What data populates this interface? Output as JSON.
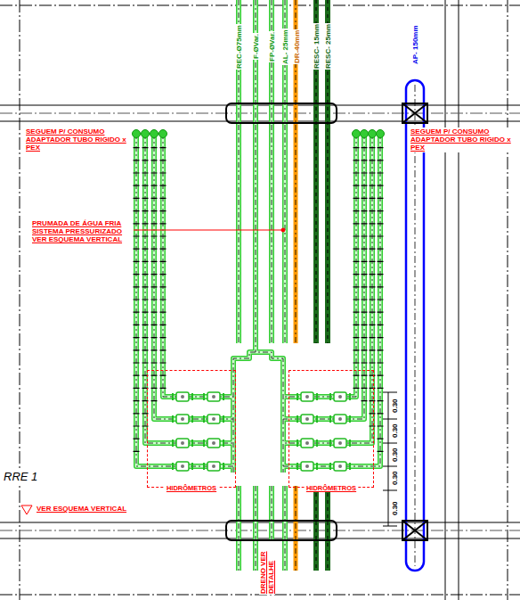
{
  "diagram": {
    "nodes": [
      {
        "text": [
          "HIDRÔMETROS"
        ]
      },
      {
        "text": [
          "HIDRÔMETROS"
        ]
      }
    ],
    "labels": [
      "SEGUEM P/ CONSUMO ADAPTADOR TUBO RIGIDO x PEX",
      "SEGUEM P/ CONSUMO ADAPTADOR TUBO RIGIDO x PEX",
      "PRUMADA DE ÁGUA FRIA SISTEMA PRESSURIZADO VER ESQUEMA VERTICAL",
      "REC-Ø75mm",
      "F-ØVar.",
      "FP-ØVar.",
      "AL- 25mm",
      "DR-40mm",
      "RESC- 15mm",
      "RESC- 25mm",
      "AP- 150mm",
      "0.30",
      "0.30",
      "0.30",
      "0.30",
      "0.30",
      "RRE 1",
      "VER ESQUEMA VERTICAL",
      "DRENO VER DETALHE"
    ]
  }
}
